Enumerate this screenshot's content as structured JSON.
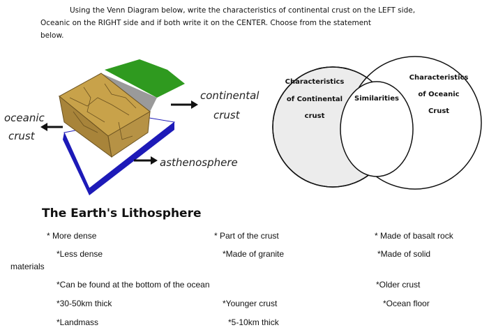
{
  "instructions": {
    "line1": "Using the Venn Diagram  below,  write the characteristics of continental crust on the LEFT side,",
    "line2": "Oceanic on the RIGHT side and if both write it on the CENTER.  Choose from the statement",
    "line3": "below."
  },
  "figure": {
    "labels": {
      "oceanic_1": "oceanic",
      "oceanic_2": "crust",
      "continental_1": "continental",
      "continental_2": "crust",
      "asthenosphere": "asthenosphere"
    },
    "title": "The Earth's Lithosphere",
    "colors": {
      "land_green": "#2f9a1f",
      "crust_tan": "#b08a3c",
      "crust_top": "#c8a24a",
      "mantle_gray": "#8a8a8a",
      "ocean_blue": "#1d1ab8"
    }
  },
  "venn": {
    "left": [
      "Characteristics",
      "of Continental",
      "crust"
    ],
    "center": "Similarities",
    "right": [
      "Characteristics",
      "of Oceanic",
      "Crust"
    ],
    "left_fill": "#ececec"
  },
  "statements": {
    "s1": "* More dense",
    "s2": "* Part of the crust",
    "s3": "* Made of basalt rock",
    "s4": "*Less dense",
    "s5": "*Made of granite",
    "s6": "*Made of solid",
    "s6b": "materials",
    "s7": "*Can be found at the bottom of the ocean",
    "s8": "*Older crust",
    "s9": "*30-50km thick",
    "s10": "*Younger crust",
    "s11": "*Ocean floor",
    "s12": "*Landmass",
    "s13": "*5-10km thick"
  }
}
